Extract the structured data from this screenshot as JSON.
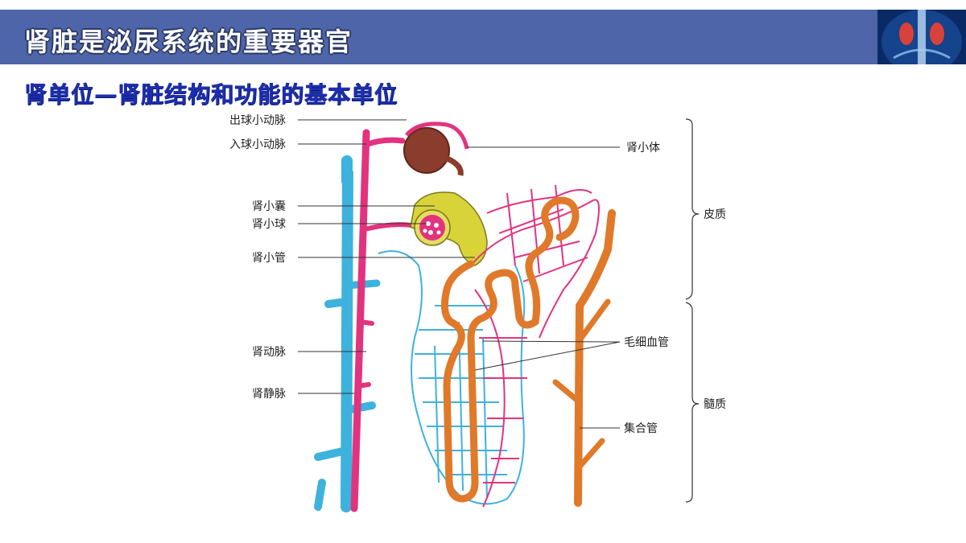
{
  "slide": {
    "title": "肾脏是泌尿系统的重要器官",
    "subtitle": "肾单位—肾脏结构和功能的基本单位"
  },
  "thumbnail": {
    "icon": "kidney-anatomy-icon"
  },
  "labels_left": {
    "efferent_arteriole": "出球小动脉",
    "afferent_arteriole": "入球小动脉",
    "renal_capsule": "肾小囊",
    "glomerulus": "肾小球",
    "renal_tubule": "肾小管",
    "renal_artery": "肾动脉",
    "renal_vein": "肾静脉"
  },
  "labels_right": {
    "renal_corpuscle": "肾小体",
    "capillary": "毛细血管",
    "collecting_duct": "集合管"
  },
  "regions": {
    "cortex": "皮质",
    "medulla": "髓质"
  },
  "colors": {
    "banner": "#4f65a9",
    "artery": "#e2337e",
    "vein": "#3db2dd",
    "tubule": "#e0792a",
    "capsule": "#d9d33a"
  }
}
